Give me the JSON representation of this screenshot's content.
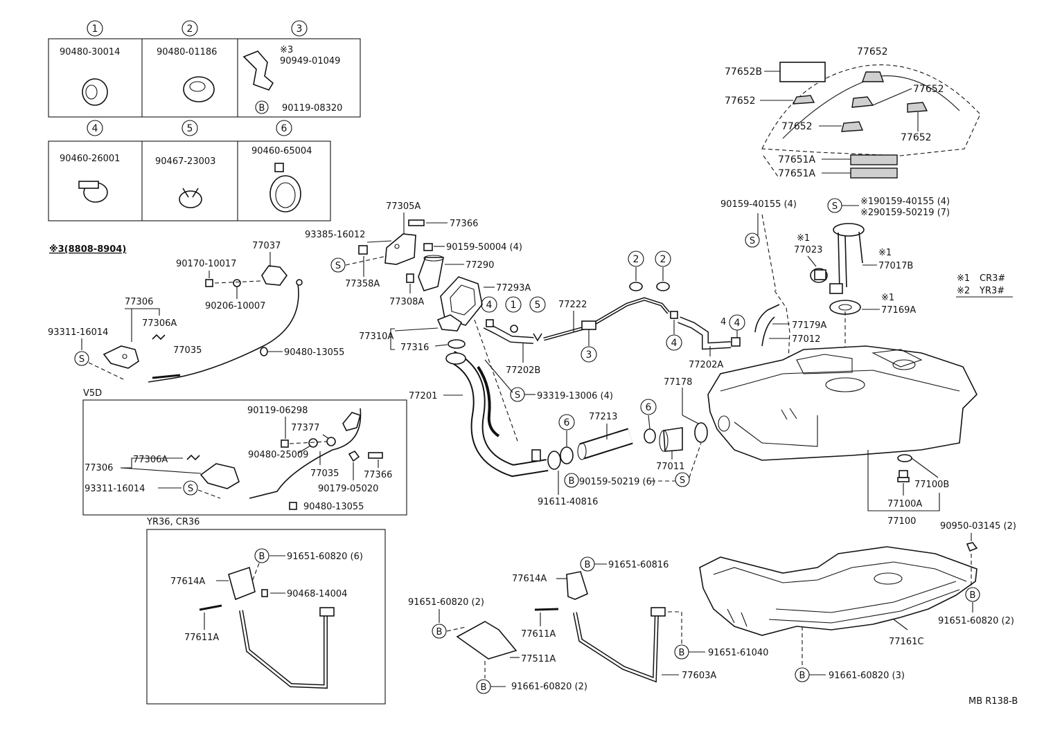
{
  "inset_top": [
    {
      "num": "1",
      "part": "90480-30014"
    },
    {
      "num": "2",
      "part": "90480-01186"
    },
    {
      "num": "3",
      "note": "※3",
      "part_a": "90949-01049",
      "part_b": "90119-08320",
      "b_mark": "B"
    },
    {
      "num": "4",
      "part": "90460-26001"
    },
    {
      "num": "5",
      "part": "90467-23003"
    },
    {
      "num": "6",
      "part": "90460-65004"
    }
  ],
  "variant_note": "※3(8808-8904)",
  "legend": {
    "l1_mark": "※1",
    "l1_text": "CR3#",
    "l2_mark": "※2",
    "l2_text": "YR3#"
  },
  "section_v5d": "V5D",
  "section_yr": "YR36, CR36",
  "footer_code": "MB R138-B",
  "markers": {
    "S": "S",
    "B": "B"
  },
  "labels": {
    "p77652_top": "77652",
    "p77652B": "77652B",
    "p77652_a": "77652",
    "p77652_b": "77652",
    "p77652_c": "77652",
    "p77652_d": "77652",
    "p77651A_1": "77651A",
    "p77651A_2": "77651A",
    "p90159_40155_4": "90159-40155 (4)",
    "p90159_40155_star": "※190159-40155 (4)",
    "p90159_50219_star": "※290159-50219 (7)",
    "p77023_mark": "※1",
    "p77023": "77023",
    "p77017B_mark": "※1",
    "p77017B": "77017B",
    "p77169A_mark": "※1",
    "p77169A": "77169A",
    "p77179A": "77179A",
    "p77012": "77012",
    "p77202A": "77202A",
    "p77305A": "77305A",
    "p77366": "77366",
    "p93385": "93385-16012",
    "p90159_50004": "90159-50004 (4)",
    "p77290": "77290",
    "p77358A": "77358A",
    "p77308A": "77308A",
    "p77293A": "77293A",
    "p77222": "77222",
    "p77310A": "77310A",
    "p77316": "77316",
    "p77202B": "77202B",
    "p93319": "93319-13006 (4)",
    "p77201": "77201",
    "p77213": "77213",
    "p90159_50219_6": "90159-50219 (6)",
    "p91611": "91611-40816",
    "p77178": "77178",
    "p77011": "77011",
    "p77100B": "77100B",
    "p77100A": "77100A",
    "p77100": "77100",
    "p90950": "90950-03145 (2)",
    "p91651_60820_2r": "91651-60820 (2)",
    "p77161C": "77161C",
    "p91661_60820_3": "91661-60820 (3)",
    "p77037": "77037",
    "p90170": "90170-10017",
    "p90206": "90206-10007",
    "p77306": "77306",
    "p77306A": "77306A",
    "p93311": "93311-16014",
    "p77035": "77035",
    "p90480_13055": "90480-13055",
    "v_90119": "90119-06298",
    "v_77377": "77377",
    "v_90480_25009": "90480-25009",
    "v_77306": "77306",
    "v_77306A": "77306A",
    "v_77035": "77035",
    "v_77366": "77366",
    "v_90179": "90179-05020",
    "v_93311": "93311-16014",
    "v_90480_13055": "90480-13055",
    "y_91651_60820_6": "91651-60820 (6)",
    "y_77614A": "77614A",
    "y_90468": "90468-14004",
    "y_77611A": "77611A",
    "m_91651_60816": "91651-60816",
    "m_77614A": "77614A",
    "m_91651_60820_2": "91651-60820 (2)",
    "m_77611A": "77611A",
    "m_77511A": "77511A",
    "m_91651_61040": "91651-61040",
    "m_77603A": "77603A",
    "m_91661_60820_2": "91661-60820 (2)"
  },
  "circled_refs": {
    "r4a": "4",
    "r1": "1",
    "r5": "5",
    "r3": "3",
    "r2a": "2",
    "r2b": "2",
    "r4b": "4",
    "r4c": "4",
    "r6a": "6",
    "r6b": "6"
  }
}
